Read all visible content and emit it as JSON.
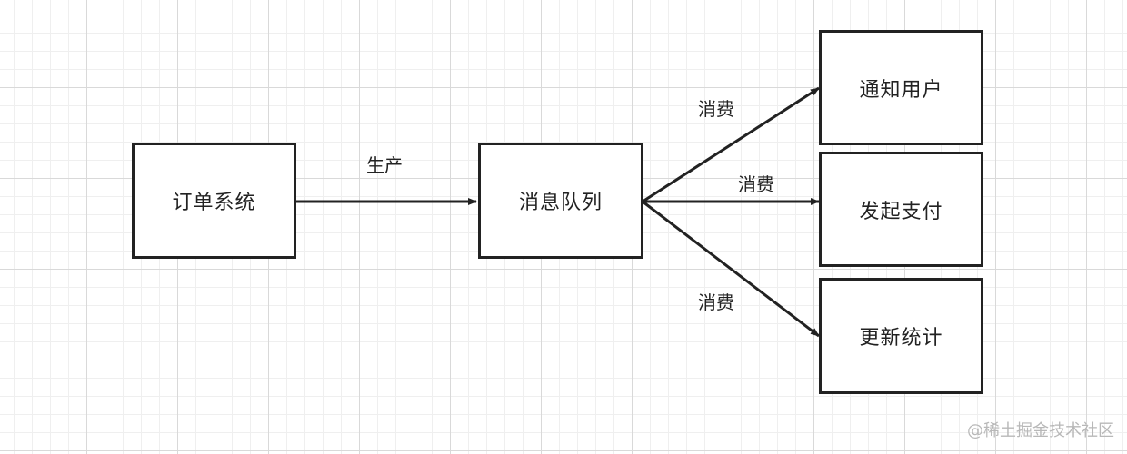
{
  "nodes": {
    "order_system": "订单系统",
    "message_queue": "消息队列",
    "notify_user": "通知用户",
    "initiate_payment": "发起支付",
    "update_stats": "更新统计"
  },
  "edges": {
    "produce": "生产",
    "consume_top": "消费",
    "consume_middle": "消费",
    "consume_bottom": "消费"
  },
  "watermark": "@稀土掘金技术社区",
  "colors": {
    "stroke": "#222222",
    "grid_major": "#d9d9d9",
    "grid_minor": "#efefef"
  }
}
